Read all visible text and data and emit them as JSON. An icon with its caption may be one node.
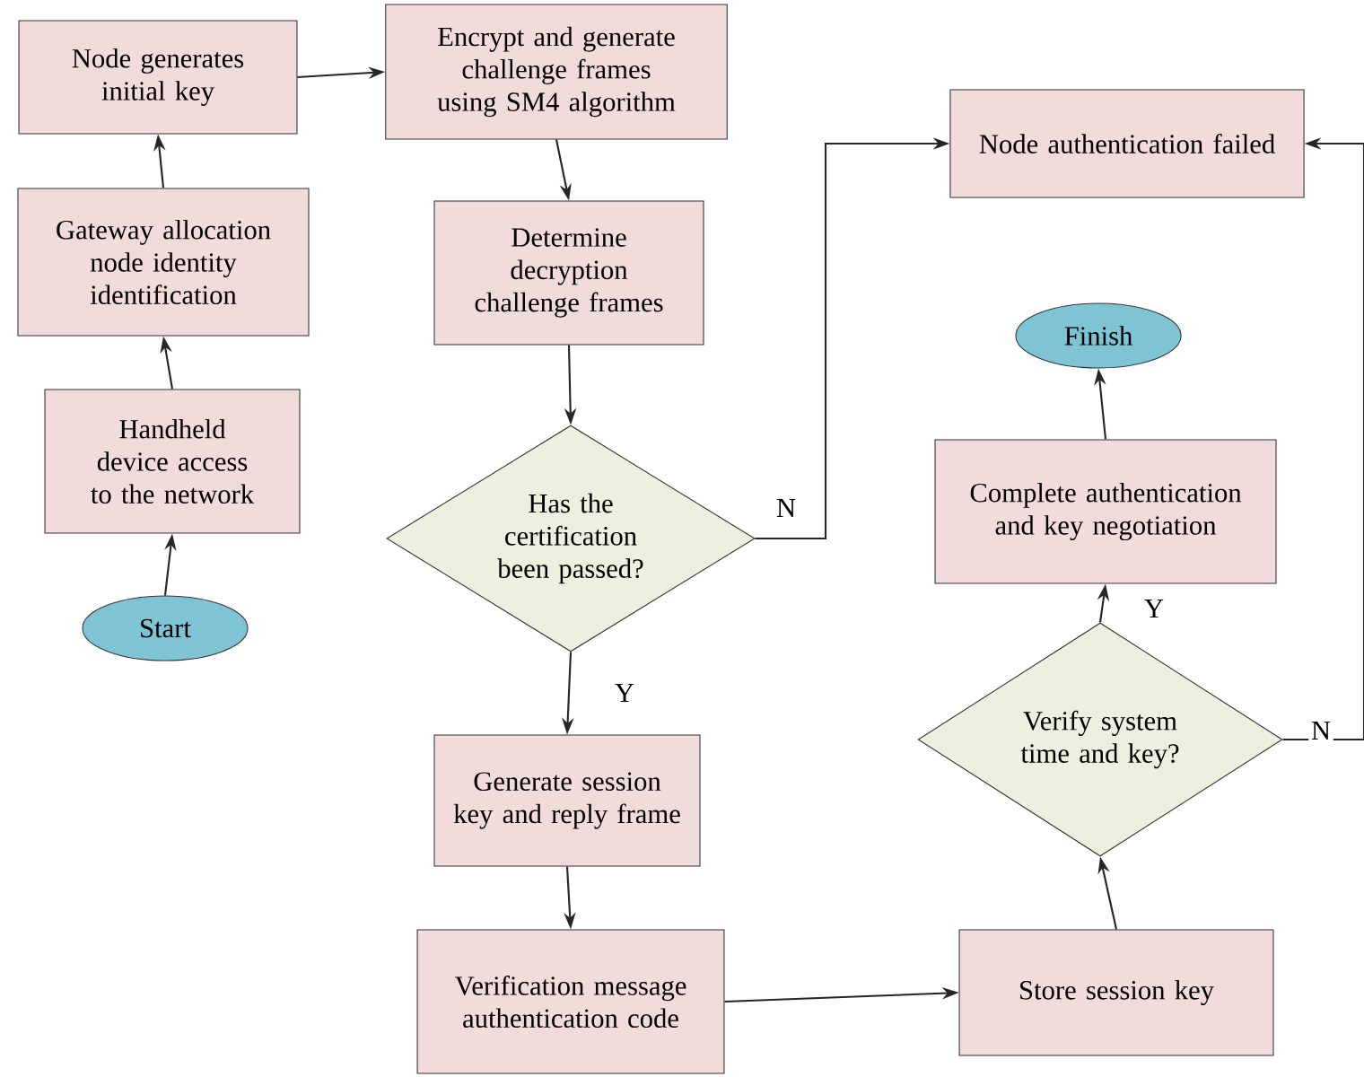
{
  "diagram": {
    "nodes": [
      {
        "text": [
          "Start"
        ]
      },
      {
        "text": [
          "Handheld device access to the network"
        ]
      },
      {
        "text": [
          "Gateway allocation node identity identification"
        ]
      },
      {
        "text": [
          "Node generates initial key"
        ]
      },
      {
        "text": [
          "Encrypt and generate challenge frames using SM4 algorithm"
        ]
      },
      {
        "text": [
          "Determine decryption challenge frames"
        ]
      },
      {
        "text": [
          "Has the certification been passed?"
        ]
      },
      {
        "text": [
          "Node authentication failed"
        ]
      },
      {
        "text": [
          "Generate session key and reply frame"
        ]
      },
      {
        "text": [
          "Verification message authentication code"
        ]
      },
      {
        "text": [
          "Store session key"
        ]
      },
      {
        "text": [
          "Verify system time and key?"
        ]
      },
      {
        "text": [
          "Complete authentication and key negotiation"
        ]
      },
      {
        "text": [
          "Finish"
        ]
      }
    ],
    "edges": [
      {
        "from": 0,
        "to": 1,
        "arrow": "to"
      },
      {
        "from": 1,
        "to": 2,
        "arrow": "to"
      },
      {
        "from": 2,
        "to": 3,
        "arrow": "to"
      },
      {
        "from": 3,
        "to": 4,
        "arrow": "to"
      },
      {
        "from": 4,
        "to": 5,
        "arrow": "to"
      },
      {
        "from": 5,
        "to": 6,
        "arrow": "to"
      },
      {
        "from": 6,
        "to": 7,
        "arrow": "to",
        "label": "N"
      },
      {
        "from": 6,
        "to": 8,
        "arrow": "to",
        "label": "Y"
      },
      {
        "from": 8,
        "to": 9,
        "arrow": "to"
      },
      {
        "from": 9,
        "to": 10,
        "arrow": "to"
      },
      {
        "from": 10,
        "to": 11,
        "arrow": "to"
      },
      {
        "from": 11,
        "to": 12,
        "arrow": "to",
        "label": "Y"
      },
      {
        "from": 12,
        "to": 13,
        "arrow": "to"
      },
      {
        "from": 11,
        "to": 7,
        "arrow": "to",
        "label": "N"
      }
    ]
  }
}
